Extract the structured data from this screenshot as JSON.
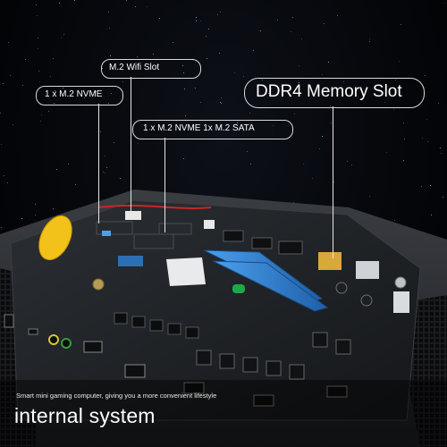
{
  "callouts": {
    "wifi": "M.2 Wifi Slot",
    "nvme_left": "1 x M.2 NVME",
    "nvme_sata": "1 x M.2 NVME  1x M.2 SATA",
    "ddr4": "DDR4 Memory Slot"
  },
  "caption": {
    "tagline": "Smart mini gaming computer, giving you a more convenient lifestyle",
    "headline": "internal system"
  },
  "colors": {
    "background": "#000000",
    "ram_slot": "#2f7fd0",
    "pcb": "#1e2124",
    "chassis": "#2a2c30",
    "yellow_battery": "#f2c21a"
  }
}
